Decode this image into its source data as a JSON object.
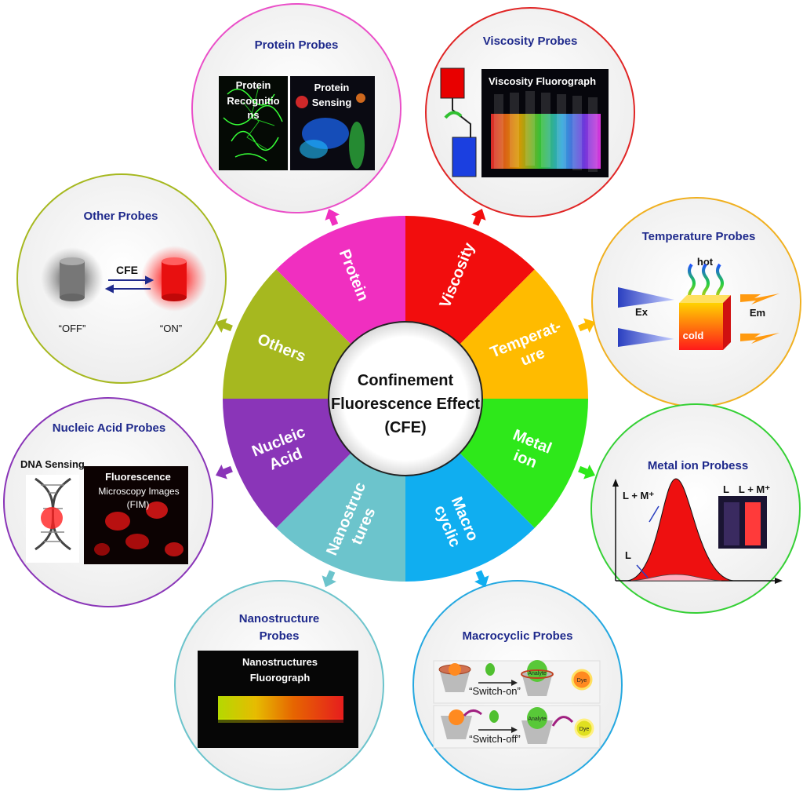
{
  "center": {
    "line1": "Confinement",
    "line2": "Fluorescence Effect",
    "line3": "(CFE)"
  },
  "wheel": {
    "protein": "Protein",
    "viscosity": "Viscosity",
    "temperature": [
      "Temperat-",
      "ure"
    ],
    "metal": [
      "Metal",
      "ion"
    ],
    "macro": [
      "Macro",
      "cyclic"
    ],
    "nano": [
      "Nanostruc",
      "tures"
    ],
    "nucleic": [
      "Nucleic",
      "Acid"
    ],
    "others": "Others"
  },
  "colors": {
    "protein": "#f02fc0",
    "viscosity": "#f20d0d",
    "temperature": "#ffbb00",
    "metal": "#2ee81a",
    "macro": "#10aef0",
    "nano": "#6cc4cc",
    "nucleic": "#8a35b8",
    "others": "#a6b81f"
  },
  "panels": {
    "protein": {
      "title": "Protein  Probes",
      "img1": [
        "Protein",
        "Recognitio",
        "ns"
      ],
      "img2": [
        "Protein",
        "Sensing"
      ]
    },
    "viscosity": {
      "title": "Viscosity Probes",
      "img": "Viscosity Fluorograph"
    },
    "temperature": {
      "title": "Temperature Probes",
      "hot": "hot",
      "cold": "cold",
      "ex": "Ex",
      "em": "Em"
    },
    "metal": {
      "title": "Metal ion  Probess",
      "curve_big": "L + M⁺",
      "curve_small": "L",
      "vial_l": "L",
      "vial_lm": "L + M⁺"
    },
    "macro": {
      "title": "Macrocyclic Probes",
      "switch_on": "“Switch-on”",
      "switch_off": "“Switch-off”",
      "analyte": "Analyte",
      "dye": "Dye"
    },
    "nano": {
      "title": [
        "Nanostructure",
        "Probes"
      ],
      "img": [
        "Nanostructures",
        "Fluorograph"
      ]
    },
    "nucleic": {
      "title": "Nucleic Acid Probes",
      "dna": "DNA Sensing",
      "img": [
        "Fluorescence",
        "Microscopy Images",
        "(FIM)"
      ]
    },
    "others": {
      "title": "Other Probes",
      "cfe": "CFE",
      "off": "“OFF”",
      "on": "“ON”"
    }
  }
}
